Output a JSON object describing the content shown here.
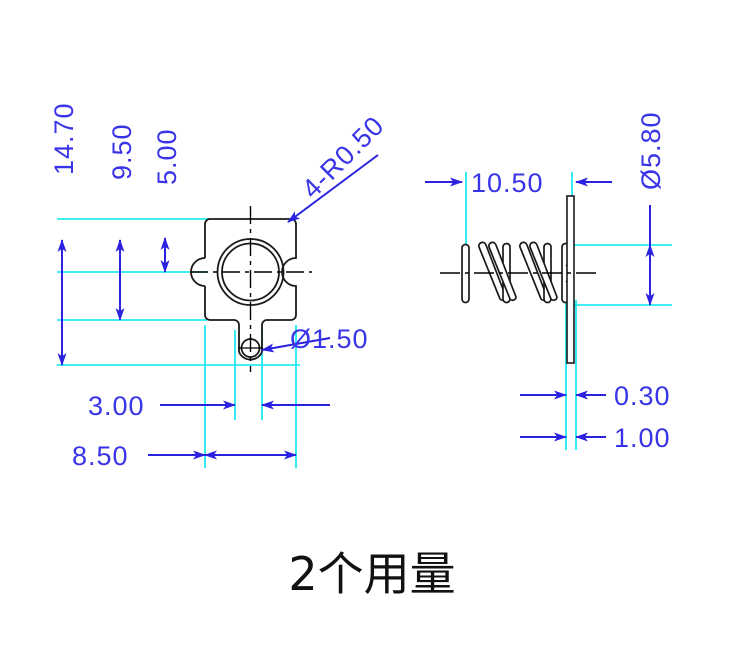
{
  "drawing": {
    "title": "2个用量",
    "caption": "2个用量",
    "colors": {
      "dimension_text": "#3a34e8",
      "dimension_line": "#2a22e0",
      "extension_line": "#00e8f0",
      "outline": "#1a1a1a",
      "centerline": "#000000",
      "background": "#ffffff",
      "caption": "#111111"
    },
    "views": {
      "front": {
        "name": "front-view",
        "description": "square body with concentric circles, side notches and lower tab with hole"
      },
      "side": {
        "name": "side-view",
        "description": "compression spring coil between two end plates"
      }
    },
    "dimensions": {
      "height_overall": "14.70",
      "height_mid": "9.50",
      "height_top": "5.00",
      "corner_radius": "4-R0.50",
      "hole_diameter": "Ø1.50",
      "width_inner": "3.00",
      "width_overall": "8.50",
      "spring_length": "10.50",
      "spring_diameter": "Ø5.80",
      "wire_thickness": "0.30",
      "plate_gap": "1.00"
    }
  }
}
